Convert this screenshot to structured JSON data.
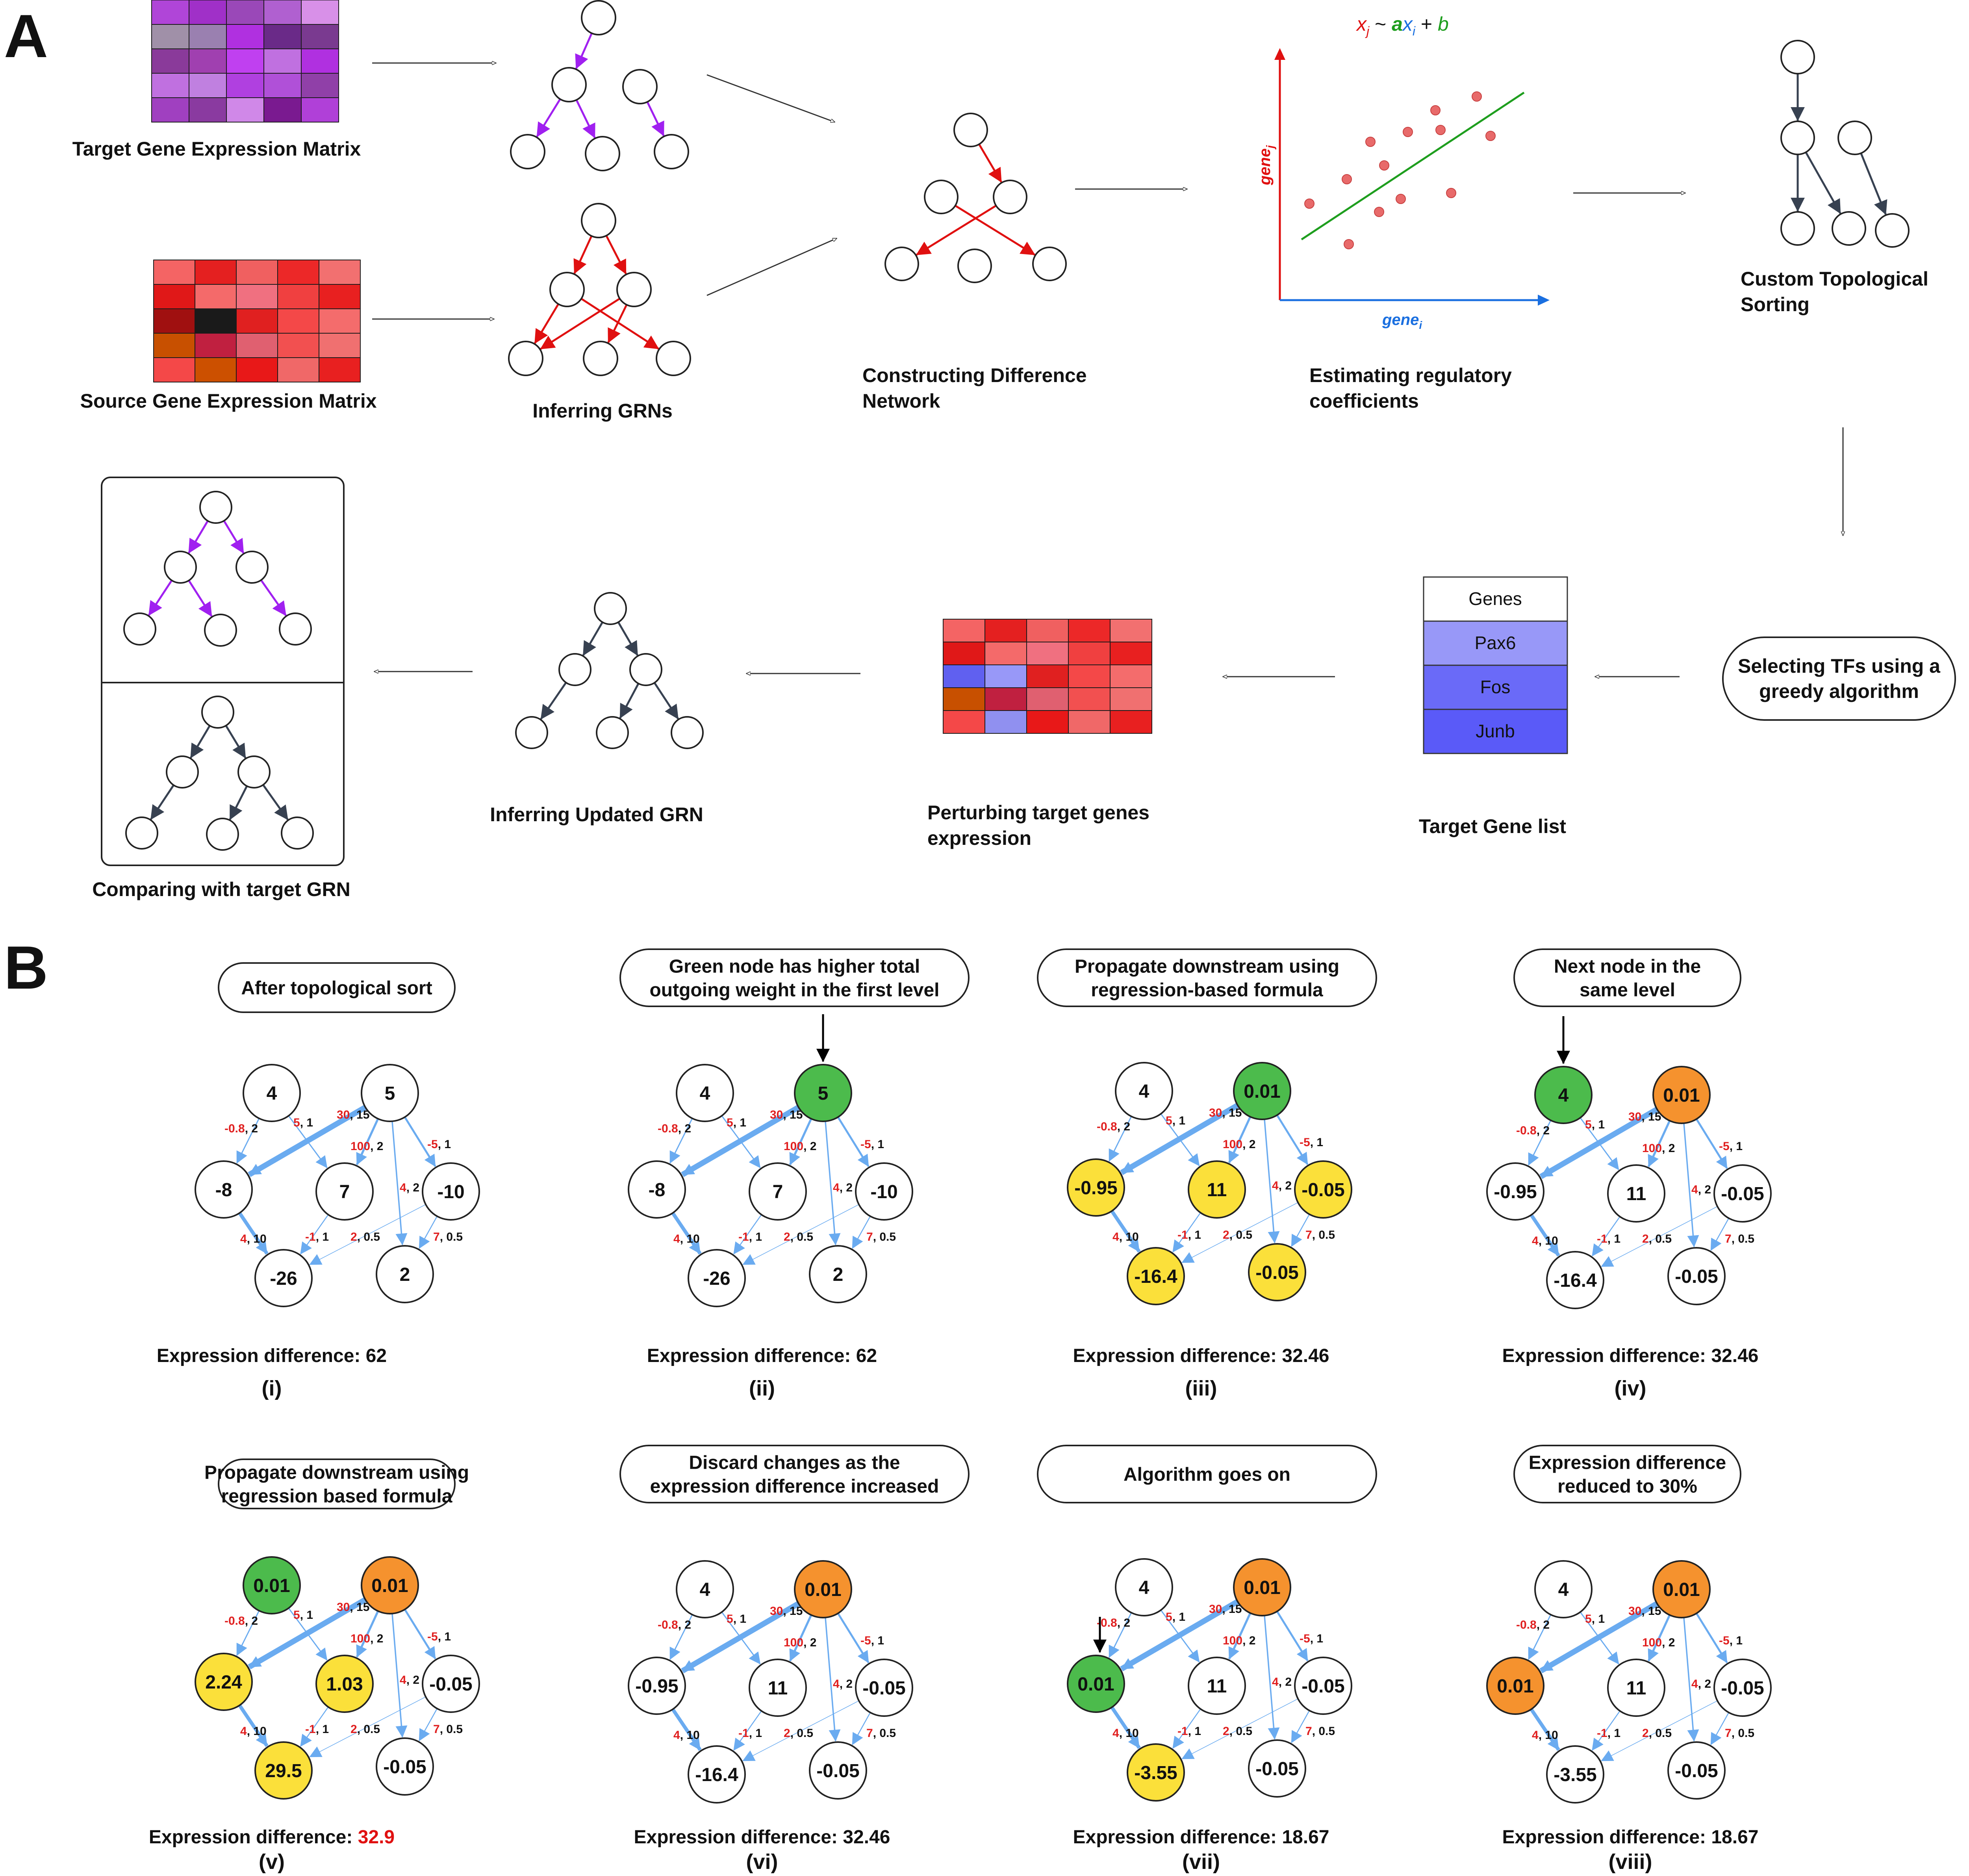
{
  "panels": {
    "a": "A",
    "b": "B"
  },
  "partA": {
    "target_matrix_label": "Target Gene Expression Matrix",
    "source_matrix_label": "Source Gene Expression Matrix",
    "inferring_grns_label": "Inferring GRNs",
    "difference_network_label": [
      "Constructing Difference",
      "Network"
    ],
    "estimating_label": [
      "Estimating regulatory",
      "coefficients"
    ],
    "regression_formula": {
      "xj": "x",
      "j": "j",
      "tilde": " ~ ",
      "a": "a",
      "xi": "x",
      "i": "i",
      "plus": " + ",
      "b": "b"
    },
    "y_axis_label": {
      "text": "gene",
      "sub": "j"
    },
    "x_axis_label": {
      "text": "gene",
      "sub": "i"
    },
    "topological_label": [
      "Custom Topological",
      "Sorting"
    ],
    "selecting_label": [
      "Selecting TFs using a",
      "greedy algorithm"
    ],
    "target_gene_list_label": "Target Gene list",
    "genes_header": "Genes",
    "genes": [
      "Pax6",
      "Fos",
      "Junb"
    ],
    "perturbing_label": [
      "Perturbing target genes",
      "expression"
    ],
    "inferring_updated_label": "Inferring Updated GRN",
    "comparing_label": "Comparing with target GRN",
    "colors": {
      "purple_edge": "#a020f0",
      "red_edge": "#e01010",
      "dark_edge": "#374151",
      "green_line": "#1e9e1e",
      "blue_axis": "#1a6fe0",
      "red_axis": "#e01010"
    },
    "target_matrix_colors": [
      [
        "#b045d8",
        "#a030c8",
        "#9a48b8",
        "#b060d0",
        "#d890e8"
      ],
      [
        "#a090a8",
        "#9a80b0",
        "#b030e0",
        "#6a2a88",
        "#7a3a90"
      ],
      [
        "#8a3a9a",
        "#a040b0",
        "#c040f0",
        "#c070e0",
        "#b030e0"
      ],
      [
        "#c070e0",
        "#c080e0",
        "#b040e0",
        "#b050d8",
        "#9040a8"
      ],
      [
        "#a040c0",
        "#8a3aa0",
        "#d088e8",
        "#7a1a90",
        "#b040d8"
      ]
    ],
    "source_matrix_colors": [
      [
        "#f46464",
        "#e42020",
        "#f06060",
        "#ec2828",
        "#f27070"
      ],
      [
        "#e01818",
        "#f46a6a",
        "#f07080",
        "#f04040",
        "#e82020"
      ],
      [
        "#a01010",
        "#1a1a1a",
        "#e02020",
        "#f44848",
        "#f46c6c"
      ],
      [
        "#c85000",
        "#c02040",
        "#e06070",
        "#f25050",
        "#f07070"
      ],
      [
        "#f44848",
        "#cc5000",
        "#e81818",
        "#f06868",
        "#e82020"
      ]
    ],
    "perturb_matrix_colors": [
      [
        "#f46464",
        "#e42020",
        "#f06060",
        "#ec2828",
        "#f27070"
      ],
      [
        "#e01818",
        "#f46a6a",
        "#f07080",
        "#f04040",
        "#e82020"
      ],
      [
        "#6060f0",
        "#9898f8",
        "#e02020",
        "#f44848",
        "#f46c6c"
      ],
      [
        "#c85000",
        "#c02040",
        "#e06070",
        "#f25050",
        "#f07070"
      ],
      [
        "#f44848",
        "#9090f0",
        "#e81818",
        "#f06868",
        "#e82020"
      ]
    ],
    "gene_colors": {
      "header": "#ffffff",
      "pax6": "#9898f8",
      "fos": "#6a6af8",
      "junb": "#5a5af8"
    }
  },
  "partB": {
    "edge_weights": [
      {
        "a": "-0.8",
        "b": "2"
      },
      {
        "a": "5",
        "b": "1"
      },
      {
        "a": "30",
        "b": "15"
      },
      {
        "a": "100",
        "b": "2"
      },
      {
        "a": "-5",
        "b": "1"
      },
      {
        "a": "4",
        "b": "2"
      },
      {
        "a": "4",
        "b": "10"
      },
      {
        "a": "-1",
        "b": "1"
      },
      {
        "a": "2",
        "b": "0.5"
      },
      {
        "a": "7",
        "b": "0.5"
      }
    ],
    "node_colors": {
      "white": "#ffffff",
      "green": "#4cbb4c",
      "orange": "#f5922e",
      "yellow": "#fbe03a"
    },
    "edge_color": "#6aabf0",
    "steps": [
      {
        "callout": [
          "After topological sort"
        ],
        "diff_prefix": "Expression difference: ",
        "diff_value": "62",
        "diff_red": false,
        "roman": "(i)",
        "nodes": [
          {
            "v": "4",
            "c": "white"
          },
          {
            "v": "5",
            "c": "white"
          },
          {
            "v": "-8",
            "c": "white"
          },
          {
            "v": "7",
            "c": "white"
          },
          {
            "v": "-10",
            "c": "white"
          },
          {
            "v": "-26",
            "c": "white"
          },
          {
            "v": "2",
            "c": "white"
          }
        ],
        "arrow": null
      },
      {
        "callout": [
          "Green node has higher total",
          "outgoing weight in the first level"
        ],
        "diff_prefix": "Expression difference: ",
        "diff_value": "62",
        "diff_red": false,
        "roman": "(ii)",
        "nodes": [
          {
            "v": "4",
            "c": "white"
          },
          {
            "v": "5",
            "c": "green"
          },
          {
            "v": "-8",
            "c": "white"
          },
          {
            "v": "7",
            "c": "white"
          },
          {
            "v": "-10",
            "c": "white"
          },
          {
            "v": "-26",
            "c": "white"
          },
          {
            "v": "2",
            "c": "white"
          }
        ],
        "arrow": "top1"
      },
      {
        "callout": [
          "Propagate downstream using",
          "regression-based formula"
        ],
        "diff_prefix": "Expression difference: ",
        "diff_value": "32.46",
        "diff_red": false,
        "roman": "(iii)",
        "nodes": [
          {
            "v": "4",
            "c": "white"
          },
          {
            "v": "0.01",
            "c": "green"
          },
          {
            "v": "-0.95",
            "c": "yellow"
          },
          {
            "v": "11",
            "c": "yellow"
          },
          {
            "v": "-0.05",
            "c": "yellow"
          },
          {
            "v": "-16.4",
            "c": "yellow"
          },
          {
            "v": "-0.05",
            "c": "yellow"
          }
        ],
        "arrow": null
      },
      {
        "callout": [
          "Next node in the",
          "same level"
        ],
        "diff_prefix": "Expression difference: ",
        "diff_value": "32.46",
        "diff_red": false,
        "roman": "(iv)",
        "nodes": [
          {
            "v": "4",
            "c": "green"
          },
          {
            "v": "0.01",
            "c": "orange"
          },
          {
            "v": "-0.95",
            "c": "white"
          },
          {
            "v": "11",
            "c": "white"
          },
          {
            "v": "-0.05",
            "c": "white"
          },
          {
            "v": "-16.4",
            "c": "white"
          },
          {
            "v": "-0.05",
            "c": "white"
          }
        ],
        "arrow": "top0"
      },
      {
        "callout": [
          "Propagate downstream using",
          "regression based formula"
        ],
        "diff_prefix": "Expression difference: ",
        "diff_value": "32.9",
        "diff_red": true,
        "roman": "(v)",
        "nodes": [
          {
            "v": "0.01",
            "c": "green"
          },
          {
            "v": "0.01",
            "c": "orange"
          },
          {
            "v": "2.24",
            "c": "yellow"
          },
          {
            "v": "1.03",
            "c": "yellow"
          },
          {
            "v": "-0.05",
            "c": "white"
          },
          {
            "v": "29.5",
            "c": "yellow"
          },
          {
            "v": "-0.05",
            "c": "white"
          }
        ],
        "arrow": null
      },
      {
        "callout": [
          "Discard changes as the",
          "expression difference increased"
        ],
        "diff_prefix": "Expression difference: ",
        "diff_value": "32.46",
        "diff_red": false,
        "roman": "(vi)",
        "nodes": [
          {
            "v": "4",
            "c": "white"
          },
          {
            "v": "0.01",
            "c": "orange"
          },
          {
            "v": "-0.95",
            "c": "white"
          },
          {
            "v": "11",
            "c": "white"
          },
          {
            "v": "-0.05",
            "c": "white"
          },
          {
            "v": "-16.4",
            "c": "white"
          },
          {
            "v": "-0.05",
            "c": "white"
          }
        ],
        "arrow": null
      },
      {
        "callout": [
          "Algorithm goes on"
        ],
        "diff_prefix": "Expression difference: ",
        "diff_value": "18.67",
        "diff_red": false,
        "roman": "(vii)",
        "nodes": [
          {
            "v": "4",
            "c": "white"
          },
          {
            "v": "0.01",
            "c": "orange"
          },
          {
            "v": "0.01",
            "c": "green"
          },
          {
            "v": "11",
            "c": "white"
          },
          {
            "v": "-0.05",
            "c": "white"
          },
          {
            "v": "-3.55",
            "c": "yellow"
          },
          {
            "v": "-0.05",
            "c": "white"
          }
        ],
        "arrow": "mid0"
      },
      {
        "callout": [
          "Expression difference",
          "reduced to 30%"
        ],
        "diff_prefix": "Expression difference: ",
        "diff_value": "18.67",
        "diff_red": false,
        "roman": "(viii)",
        "nodes": [
          {
            "v": "4",
            "c": "white"
          },
          {
            "v": "0.01",
            "c": "orange"
          },
          {
            "v": "0.01",
            "c": "orange"
          },
          {
            "v": "11",
            "c": "white"
          },
          {
            "v": "-0.05",
            "c": "white"
          },
          {
            "v": "-3.55",
            "c": "white"
          },
          {
            "v": "-0.05",
            "c": "white"
          }
        ],
        "arrow": null
      }
    ]
  }
}
